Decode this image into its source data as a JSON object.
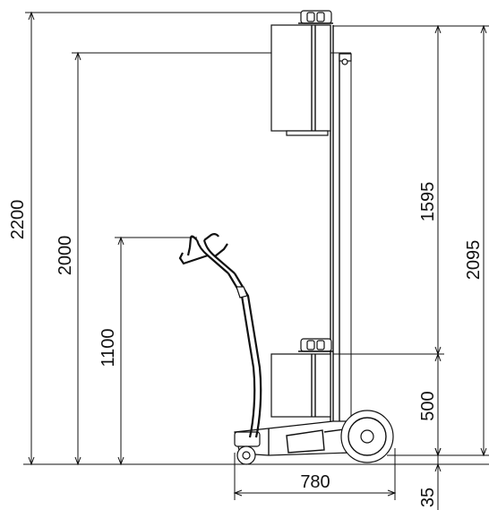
{
  "dimensions": {
    "overall_height": "2200",
    "mast_height": "2000",
    "handle_height": "1100",
    "upper_travel": "1595",
    "total_lift": "2095",
    "lower_offset": "500",
    "base_length": "780",
    "ground_clearance": "35"
  }
}
